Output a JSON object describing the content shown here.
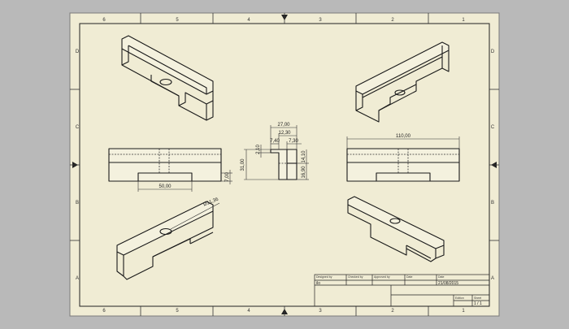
{
  "sheet": {
    "zones_columns_top": [
      "6",
      "5",
      "4",
      "3",
      "2",
      "1"
    ],
    "zones_columns_bottom": [
      "6",
      "5",
      "4",
      "3",
      "2",
      "1"
    ],
    "zones_rows_left": [
      "D",
      "C",
      "B",
      "A"
    ],
    "zones_rows_right": [
      "D",
      "C",
      "B",
      "A"
    ]
  },
  "dimensions": {
    "front_width": "50,00",
    "front_step": "7,00",
    "side_total": "27,00",
    "side_mid": "12,30",
    "side_left": "7,40",
    "side_right": "7,30",
    "side_height": "31,00",
    "side_top": "2,10",
    "side_right_upper": "14,10",
    "side_right_lower": "16,90",
    "top_length": "110,00",
    "hole_diameter": "Ø11,36"
  },
  "title_block": {
    "designed_by_label": "Designed by",
    "checked_by_label": "Checked by",
    "approved_by_label": "Approved by",
    "date_label": "Date",
    "date_label_2": "Date",
    "designed_by_value": "ilo",
    "date_value": "21/08/2015",
    "edition_label": "Edition",
    "sheet_label": "Sheet",
    "sheet_value": "1 / 1"
  }
}
